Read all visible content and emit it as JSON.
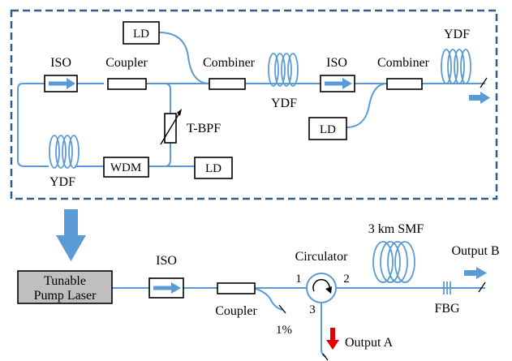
{
  "labels": {
    "ld_top": "LD",
    "iso_left": "ISO",
    "coupler_top": "Coupler",
    "combiner_left": "Combiner",
    "ydf_middle": "YDF",
    "iso_right": "ISO",
    "combiner_right": "Combiner",
    "ydf_right": "YDF",
    "tbpf": "T-BPF",
    "ld_right": "LD",
    "ydf_left": "YDF",
    "wdm": "WDM",
    "ld_bottom": "LD",
    "pump_line1": "Tunable",
    "pump_line2": "Pump Laser",
    "iso_bottom": "ISO",
    "coupler_bottom": "Coupler",
    "one_percent": "1%",
    "circulator": "Circulator",
    "port1": "1",
    "port2": "2",
    "port3": "3",
    "smf": "3 km SMF",
    "output_b": "Output B",
    "fbg": "FBG",
    "output_a": "Output A"
  },
  "colors": {
    "fiber": "#5b9bd5",
    "dashed_border": "#2e5f8a",
    "arrow_blue": "#5b9bd5",
    "arrow_red": "#e00000",
    "pump_fill": "#bfbfbf"
  }
}
